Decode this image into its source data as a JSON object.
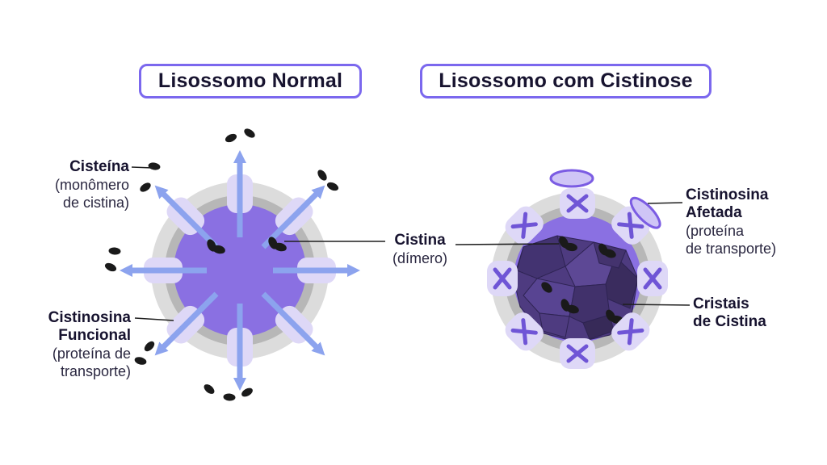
{
  "titles": {
    "left": "Lisossomo Normal",
    "right": "Lisossomo com Cistinose"
  },
  "labels": {
    "cysteine": {
      "name": "Cisteína",
      "detail1": "(monômero",
      "detail2": "de cistina)"
    },
    "functional_cystinosin": {
      "name1": "Cistinosina",
      "name2": "Funcional",
      "detail1": "(proteína de",
      "detail2": "transporte)"
    },
    "cystine": {
      "name": "Cistina",
      "detail": "(dímero)"
    },
    "affected_cystinosin": {
      "name1": "Cistinosina",
      "name2": "Afetada",
      "detail1": "(proteína",
      "detail2": "de transporte)"
    },
    "crystals": {
      "name1": "Cristais",
      "name2": "de Cistina"
    }
  },
  "colors": {
    "accent_border": "#7b68ee",
    "lysosome_lumen": "#8a70e2",
    "membrane_outer": "#dcdcdc",
    "membrane_inner": "#b7b7b7",
    "transport_protein": "#ded8f7",
    "arrow": "#8ca3ee",
    "x_mark": "#6f55d6",
    "crystal_base": "#4e3b80",
    "molecule": "#1a1a1a",
    "text": "#17132f"
  }
}
